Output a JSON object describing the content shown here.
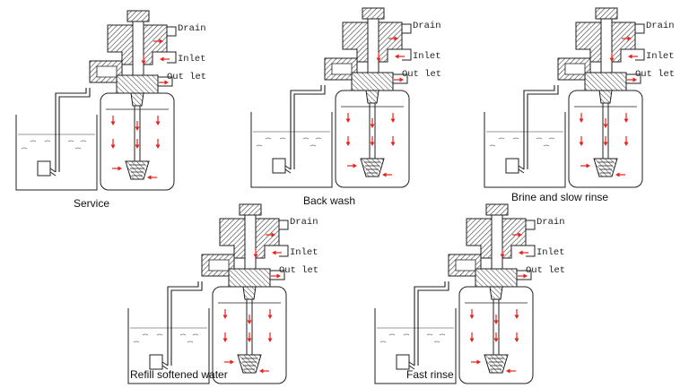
{
  "colors": {
    "ink": "#1f1f1f",
    "flow": "#e8201a",
    "hatch": "#4a4a4a",
    "water": "#777777"
  },
  "icons": {
    "flow_arrow": "red-flow-arrow-icon"
  },
  "ports": {
    "drain": "Drain",
    "inlet": "Inlet",
    "outlet": "Out let"
  },
  "stages": [
    {
      "id": "service",
      "caption": "Service"
    },
    {
      "id": "backwash",
      "caption": "Back wash"
    },
    {
      "id": "brine",
      "caption": "Brine and slow rinse"
    },
    {
      "id": "refill",
      "caption": "Refill softened water"
    },
    {
      "id": "fastrinse",
      "caption": "Fast rinse"
    }
  ]
}
